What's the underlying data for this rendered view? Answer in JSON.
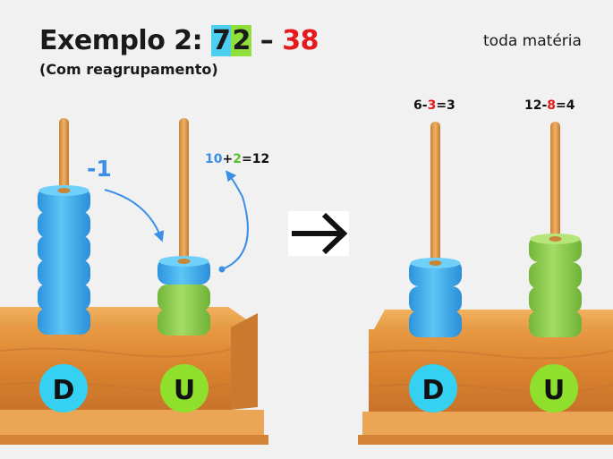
{
  "header": {
    "title_prefix": "Exemplo 2: ",
    "tens_digit": "7",
    "units_digit": "2",
    "minus": " – ",
    "subtrahend": "38",
    "subtitle": "(Com reagrupamento)",
    "brand": "toda matéria"
  },
  "before": {
    "borrow_label": "-1",
    "regroup": {
      "a": "10",
      "plus": "+",
      "b": "2",
      "eq": "=12"
    },
    "tens_label": "D",
    "units_label": "U"
  },
  "after": {
    "tens_eq": {
      "a": "6-",
      "b": "3",
      "c": "=3"
    },
    "units_eq": {
      "a": "12-",
      "b": "8",
      "c": "=4"
    },
    "tens_label": "D",
    "units_label": "U"
  },
  "colors": {
    "tens": "#3fb0ea",
    "units": "#8fcd4c",
    "red": "#e41a1c",
    "blue_text": "#3b8fe6",
    "green_text": "#5fbf2f",
    "badge_tens": "#35d0f2",
    "badge_units": "#8ee02c"
  }
}
